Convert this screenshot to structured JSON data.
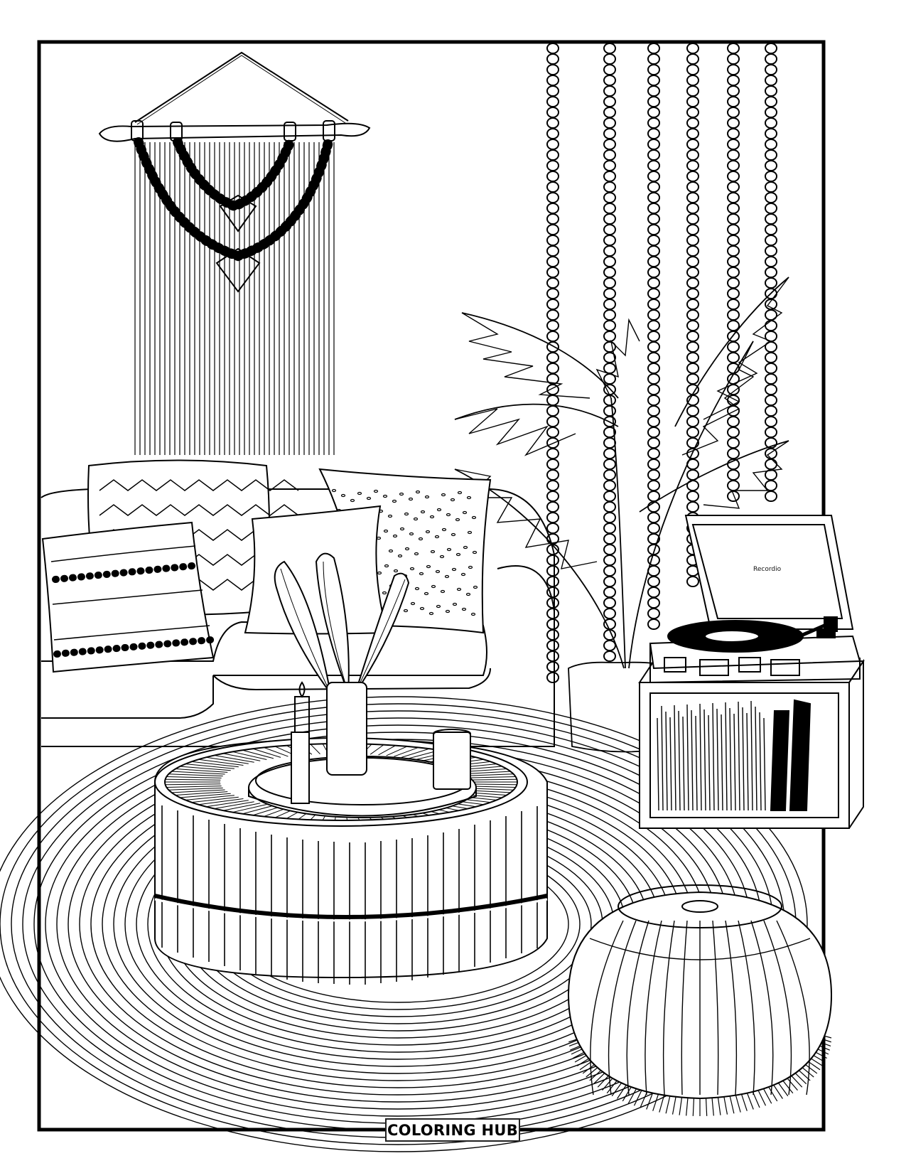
{
  "page": {
    "type": "coloring-page",
    "theme": "Boho living room",
    "colors": {
      "line": "#000000",
      "background": "#ffffff"
    }
  },
  "footer": {
    "logo_text": "COLORING HUB"
  },
  "turntable": {
    "lid_brand_text": "Recordio"
  },
  "illustration": {
    "elements": [
      "macrame-wall-hanging",
      "beaded-curtain-strands",
      "palm-plant",
      "sofa",
      "zigzag-pillow",
      "striped-dotted-pillow",
      "plain-pillow",
      "speckled-pillow",
      "feathers-in-vase",
      "candle",
      "candle-jar",
      "tray",
      "rattan-coffee-table",
      "round-rug",
      "record-player",
      "vinyl-record-crate",
      "moroccan-pouf"
    ]
  }
}
